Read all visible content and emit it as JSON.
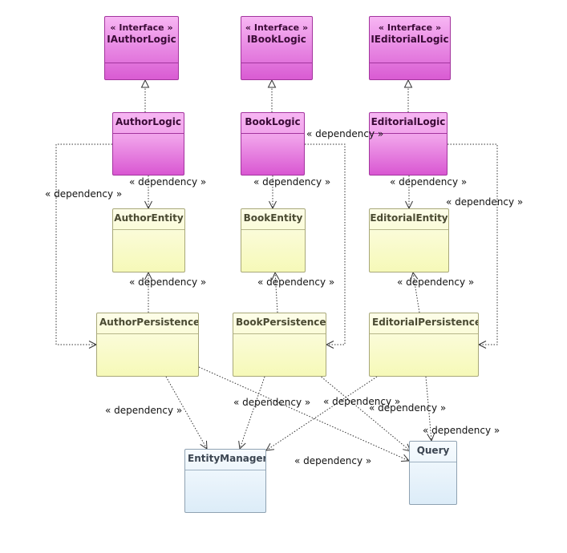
{
  "diagram": {
    "nodes": [
      {
        "id": "iauthorlogic",
        "stereotype": "« Interface »",
        "name": "IAuthorLogic",
        "kind": "interface"
      },
      {
        "id": "ibooklogic",
        "stereotype": "« Interface »",
        "name": "IBookLogic",
        "kind": "interface"
      },
      {
        "id": "ieditoriallogic",
        "stereotype": "« Interface »",
        "name": "IEditorialLogic",
        "kind": "interface"
      },
      {
        "id": "authorlogic",
        "name": "AuthorLogic",
        "kind": "logic"
      },
      {
        "id": "booklogic",
        "name": "BookLogic",
        "kind": "logic"
      },
      {
        "id": "editoriallogic",
        "name": "EditorialLogic",
        "kind": "logic"
      },
      {
        "id": "authorentity",
        "name": "AuthorEntity",
        "kind": "entity"
      },
      {
        "id": "bookentity",
        "name": "BookEntity",
        "kind": "entity"
      },
      {
        "id": "editorialentity",
        "name": "EditorialEntity",
        "kind": "entity"
      },
      {
        "id": "authorpersistence",
        "name": "AuthorPersistence",
        "kind": "persistence"
      },
      {
        "id": "bookpersistence",
        "name": "BookPersistence",
        "kind": "persistence"
      },
      {
        "id": "editorialpersistence",
        "name": "EditorialPersistence",
        "kind": "persistence"
      },
      {
        "id": "entitymanager",
        "name": "EntityManager",
        "kind": "external"
      },
      {
        "id": "query",
        "name": "Query",
        "kind": "external"
      }
    ],
    "edges": [
      {
        "id": "e1",
        "from": "authorlogic",
        "to": "iauthorlogic",
        "type": "realization",
        "label": ""
      },
      {
        "id": "e2",
        "from": "booklogic",
        "to": "ibooklogic",
        "type": "realization",
        "label": ""
      },
      {
        "id": "e3",
        "from": "editoriallogic",
        "to": "ieditoriallogic",
        "type": "realization",
        "label": ""
      },
      {
        "id": "e4",
        "from": "authorlogic",
        "to": "authorentity",
        "type": "dependency",
        "label": "« dependency »"
      },
      {
        "id": "e5",
        "from": "booklogic",
        "to": "bookentity",
        "type": "dependency",
        "label": "« dependency »"
      },
      {
        "id": "e6",
        "from": "editoriallogic",
        "to": "editorialentity",
        "type": "dependency",
        "label": "« dependency »"
      },
      {
        "id": "e7",
        "from": "authorlogic",
        "to": "authorpersistence",
        "type": "dependency",
        "label": "« dependency »"
      },
      {
        "id": "e8",
        "from": "booklogic",
        "to": "bookpersistence",
        "type": "dependency",
        "label": "« dependency »"
      },
      {
        "id": "e9",
        "from": "editoriallogic",
        "to": "editorialpersistence",
        "type": "dependency",
        "label": "« dependency »"
      },
      {
        "id": "e10",
        "from": "authorpersistence",
        "to": "authorentity",
        "type": "dependency",
        "label": "« dependency »"
      },
      {
        "id": "e11",
        "from": "bookpersistence",
        "to": "bookentity",
        "type": "dependency",
        "label": "« dependency »"
      },
      {
        "id": "e12",
        "from": "editorialpersistence",
        "to": "editorialentity",
        "type": "dependency",
        "label": "« dependency »"
      },
      {
        "id": "e13",
        "from": "authorpersistence",
        "to": "entitymanager",
        "type": "dependency",
        "label": "« dependency »"
      },
      {
        "id": "e14",
        "from": "bookpersistence",
        "to": "entitymanager",
        "type": "dependency",
        "label": "« dependency »"
      },
      {
        "id": "e15",
        "from": "editorialpersistence",
        "to": "entitymanager",
        "type": "dependency",
        "label": "« dependency »"
      },
      {
        "id": "e16",
        "from": "authorpersistence",
        "to": "query",
        "type": "dependency",
        "label": "« dependency »"
      },
      {
        "id": "e17",
        "from": "bookpersistence",
        "to": "query",
        "type": "dependency",
        "label": "« dependency »"
      },
      {
        "id": "e18",
        "from": "editorialpersistence",
        "to": "query",
        "type": "dependency",
        "label": "« dependency »"
      }
    ]
  },
  "colors": {
    "interface_fill": "#e57fdf",
    "interface_border": "#a3349e",
    "entity_fill": "#f9fbcc",
    "entity_border": "#a8a879",
    "external_fill": "#e6f2fb",
    "external_border": "#8fa2b2",
    "edge": "#333333"
  }
}
